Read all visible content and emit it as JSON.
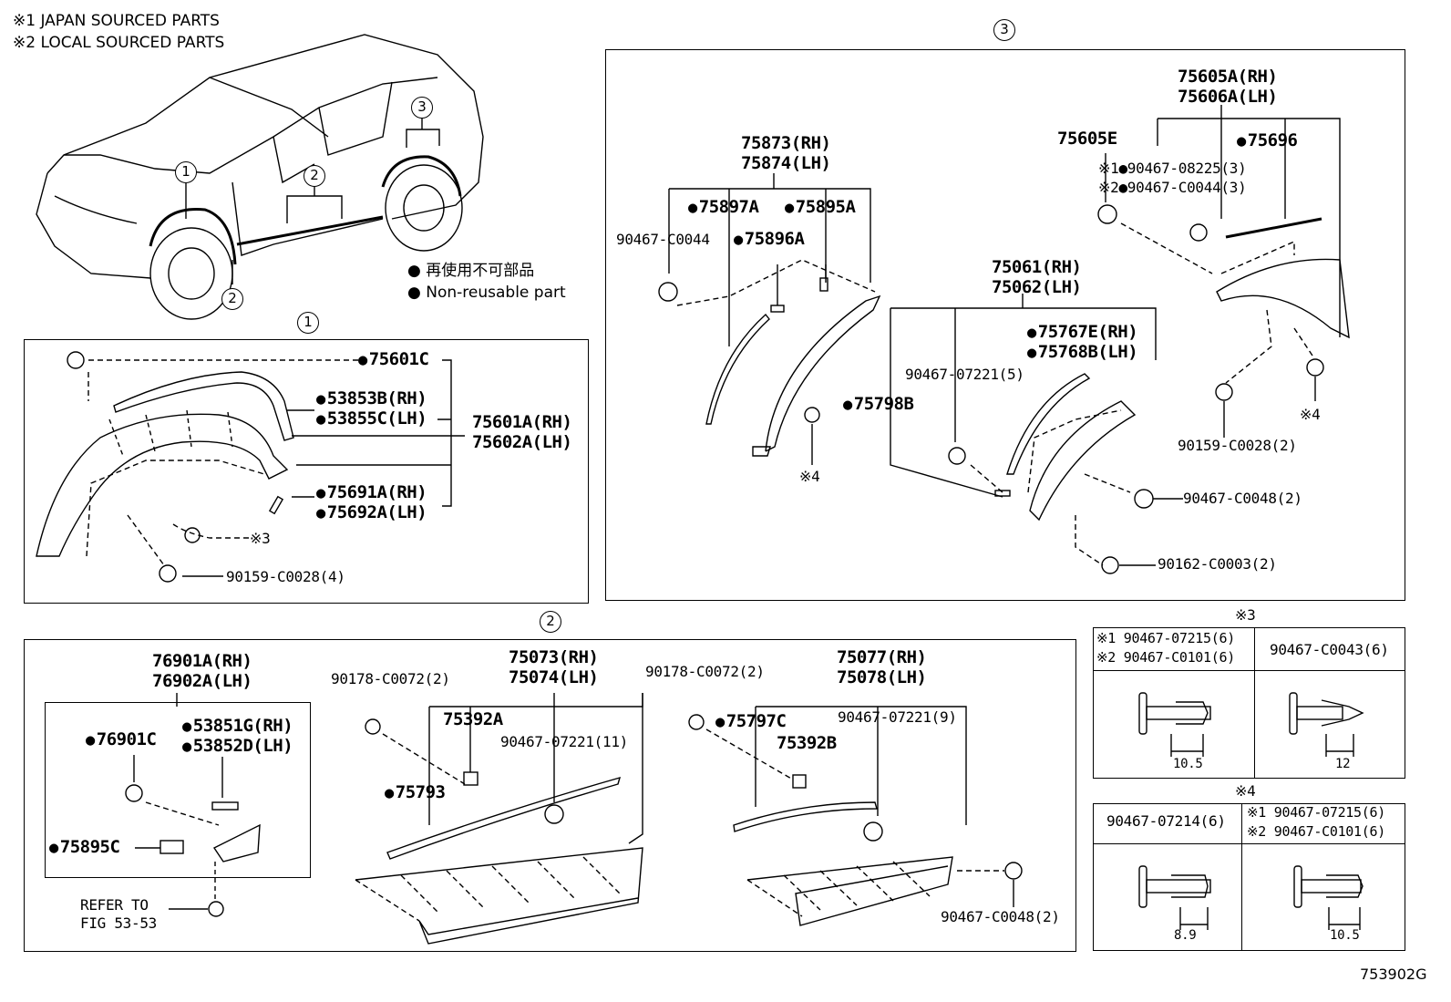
{
  "notes": {
    "note1": "※1 JAPAN SOURCED PARTS",
    "note2": "※2 LOCAL SOURCED PARTS"
  },
  "legend": {
    "jp": "再使用不可部品",
    "en": "Non-reusable part"
  },
  "callouts": {
    "c1": "1",
    "c2": "2",
    "c3": "3"
  },
  "section1": {
    "p75601C": "75601C",
    "p53853B": "53853B(RH)",
    "p53855C": "53855C(LH)",
    "p75601A": "75601A(RH)",
    "p75602A": "75602A(LH)",
    "p75691A": "75691A(RH)",
    "p75692A": "75692A(LH)",
    "ref3": "※3",
    "p90159": "90159-C0028(4)"
  },
  "section2": {
    "p76901A": "76901A(RH)",
    "p76902A": "76902A(LH)",
    "p53851G": "53851G(RH)",
    "p53852D": "53852D(LH)",
    "p76901C": "76901C",
    "p75895C": "75895C",
    "refer1": "REFER TO",
    "refer2": "FIG 53-53",
    "p90178a": "90178-C0072(2)",
    "p75073": "75073(RH)",
    "p75074": "75074(LH)",
    "p75392A": "75392A",
    "p90467_11": "90467-07221(11)",
    "p75793": "75793",
    "p90178b": "90178-C0072(2)",
    "p75797C": "75797C",
    "p75077": "75077(RH)",
    "p75078": "75078(LH)",
    "p90467_9": "90467-07221(9)",
    "p75392B": "75392B",
    "p90467_C0048": "90467-C0048(2)"
  },
  "section3": {
    "p75873": "75873(RH)",
    "p75874": "75874(LH)",
    "p75897A": "75897A",
    "p75895A": "75895A",
    "p90467_C0044": "90467-C0044",
    "p75896A": "75896A",
    "ref4a": "※4",
    "p75061": "75061(RH)",
    "p75062": "75062(LH)",
    "p75767E": "75767E(RH)",
    "p75768B": "75768B(LH)",
    "p90467_5": "90467-07221(5)",
    "p75798B": "75798B",
    "p90467_C0048": "90467-C0048(2)",
    "p90162": "90162-C0003(2)",
    "p75605A": "75605A(RH)",
    "p75606A": "75606A(LH)",
    "p75605E": "75605E",
    "p75696": "75696",
    "p90467_08225": "※1●90467-08225(3)",
    "p90467_C0044_3": "※2●90467-C0044(3)",
    "p90159": "90159-C0028(2)",
    "ref4b": "※4"
  },
  "ref3_table": {
    "title": "※3",
    "h1a": "※1 90467-07215(6)",
    "h1b": "※2 90467-C0101(6)",
    "h2": "90467-C0043(6)",
    "dim1": "10.5",
    "dim2": "12"
  },
  "ref4_table": {
    "title": "※4",
    "h1": "90467-07214(6)",
    "h2a": "※1 90467-07215(6)",
    "h2b": "※2 90467-C0101(6)",
    "dim1": "8.9",
    "dim2": "10.5"
  },
  "figure_id": "753902G"
}
